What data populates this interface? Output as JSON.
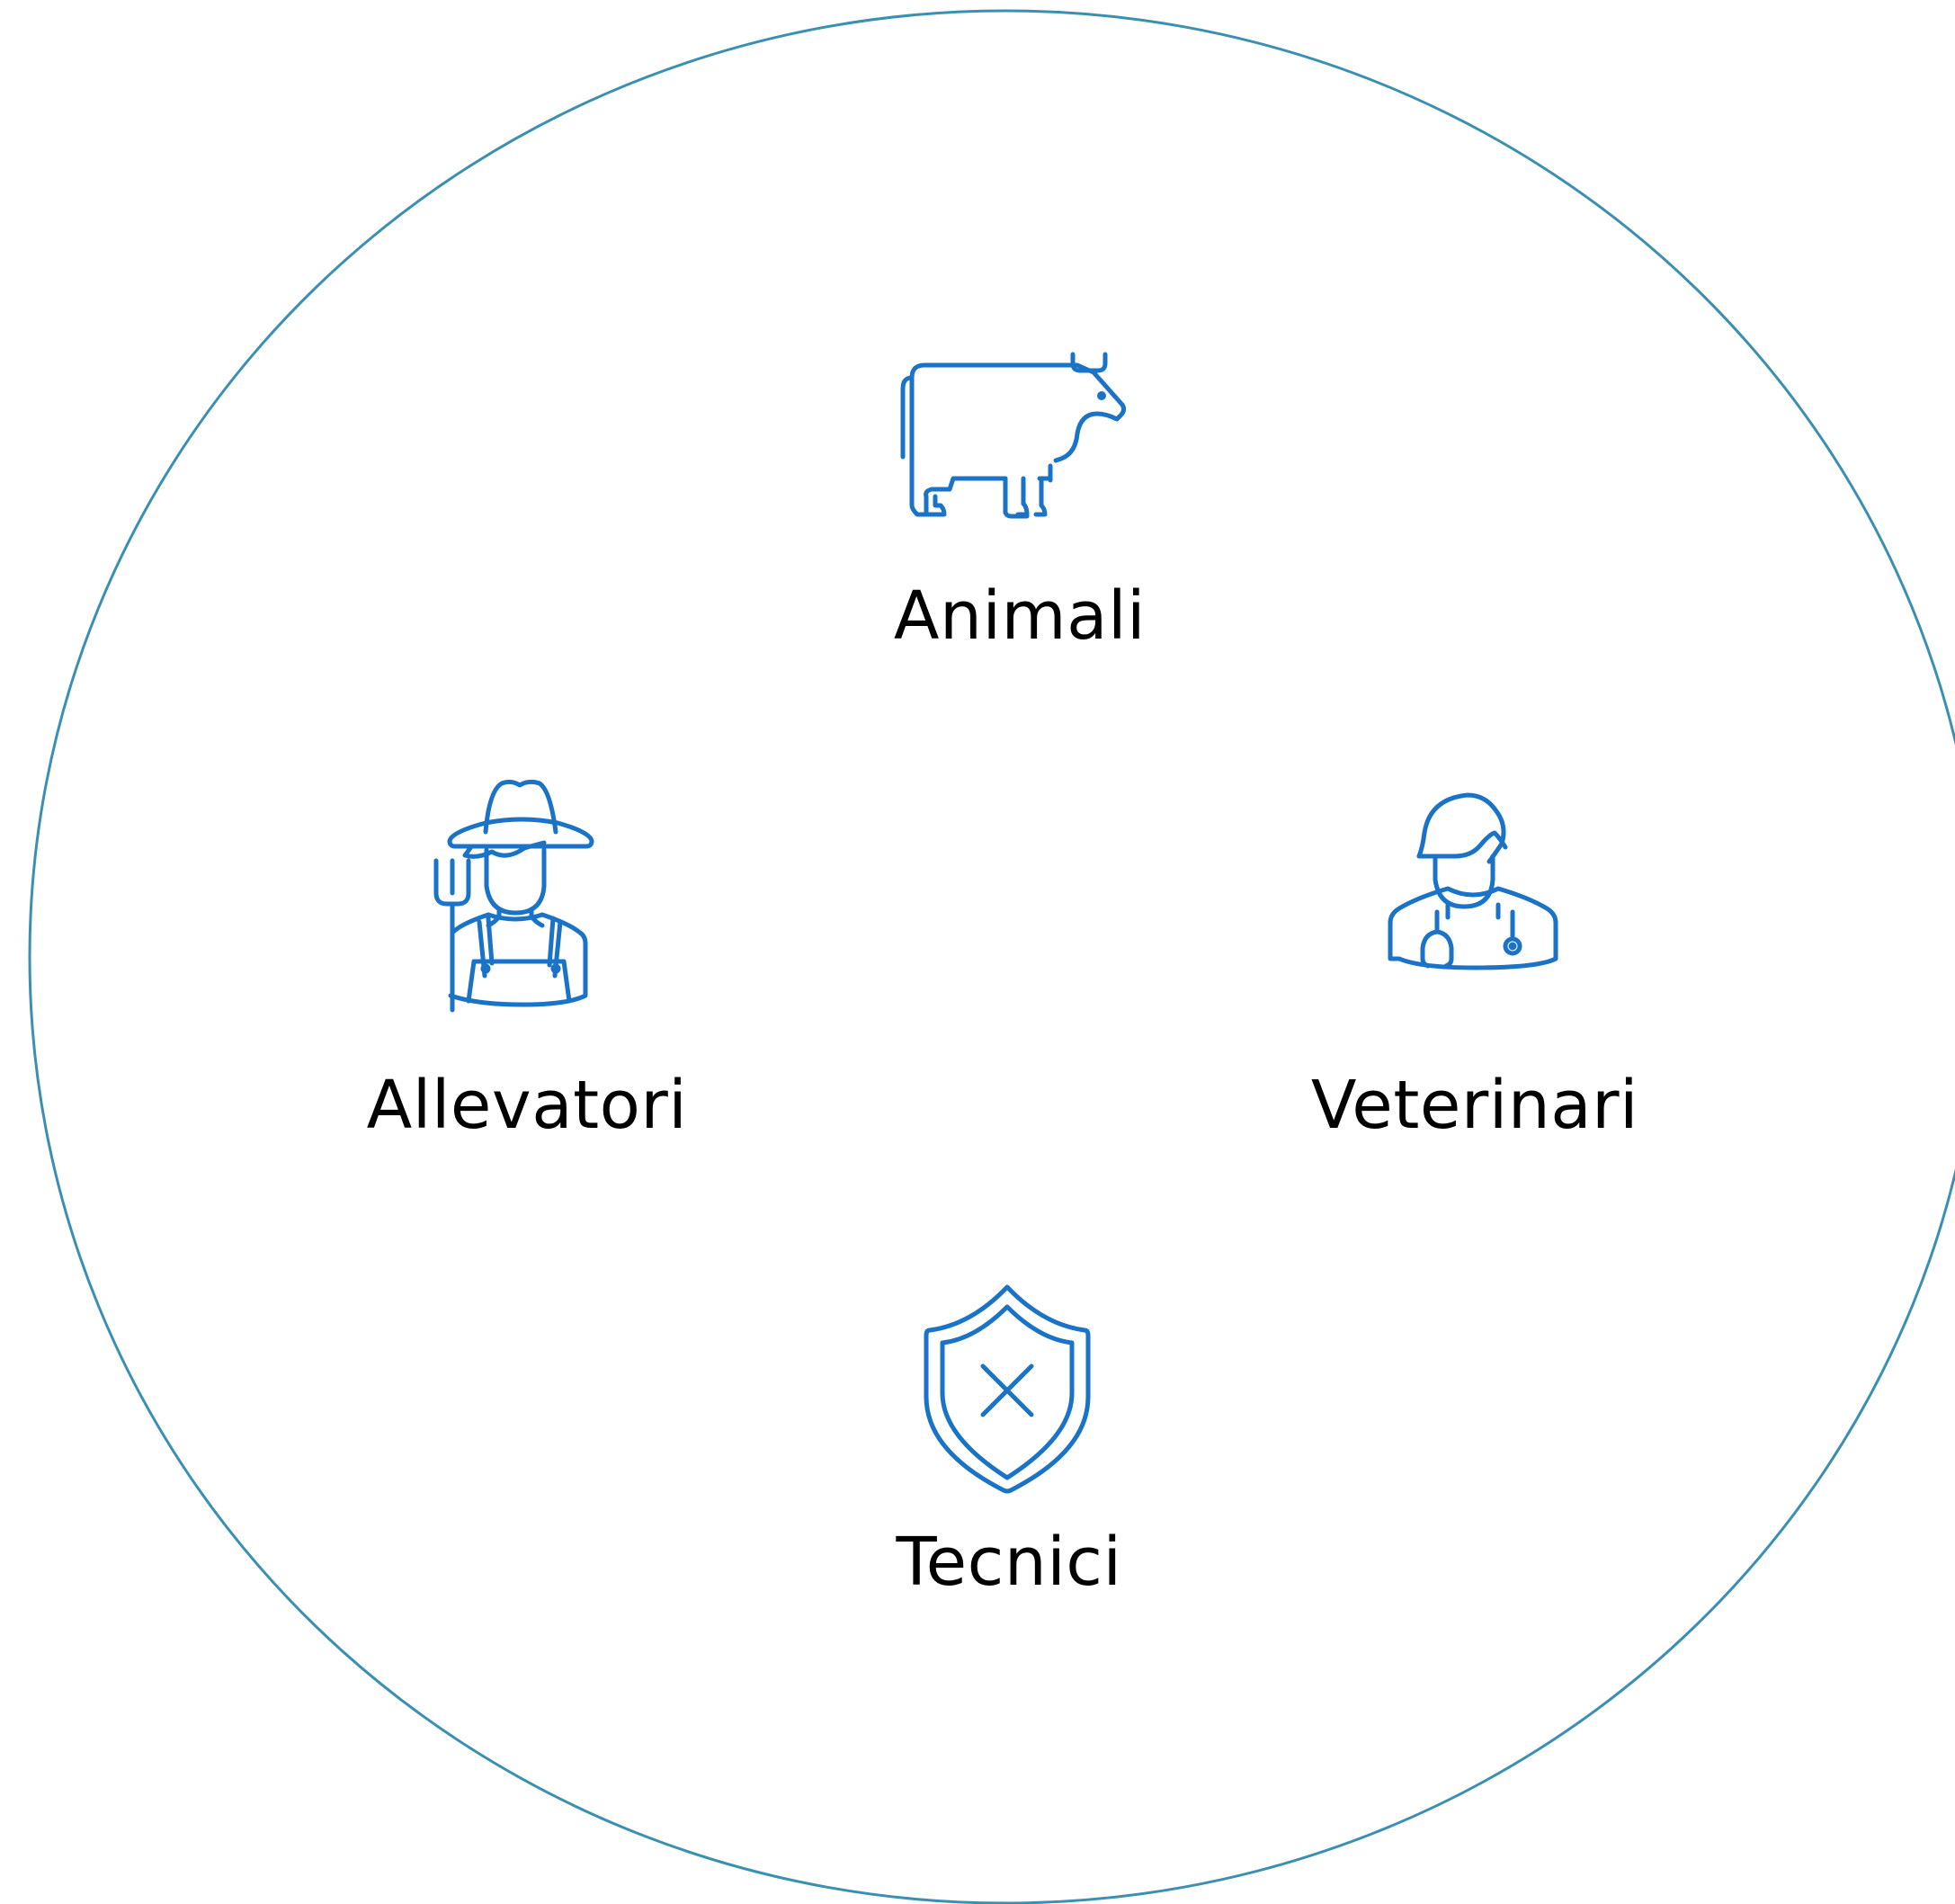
{
  "colors": {
    "circle_stroke": "#3b8fb0",
    "icon_stroke": "#1a73c7",
    "label_text": "#000000",
    "background": "#ffffff"
  },
  "nodes": {
    "animali": {
      "label": "Animali",
      "icon": "cow-icon"
    },
    "allevatori": {
      "label": "Allevatori",
      "icon": "farmer-icon"
    },
    "veterinari": {
      "label": "Veterinari",
      "icon": "veterinarian-icon"
    },
    "tecnici": {
      "label": "Tecnici",
      "icon": "shield-x-icon"
    }
  }
}
